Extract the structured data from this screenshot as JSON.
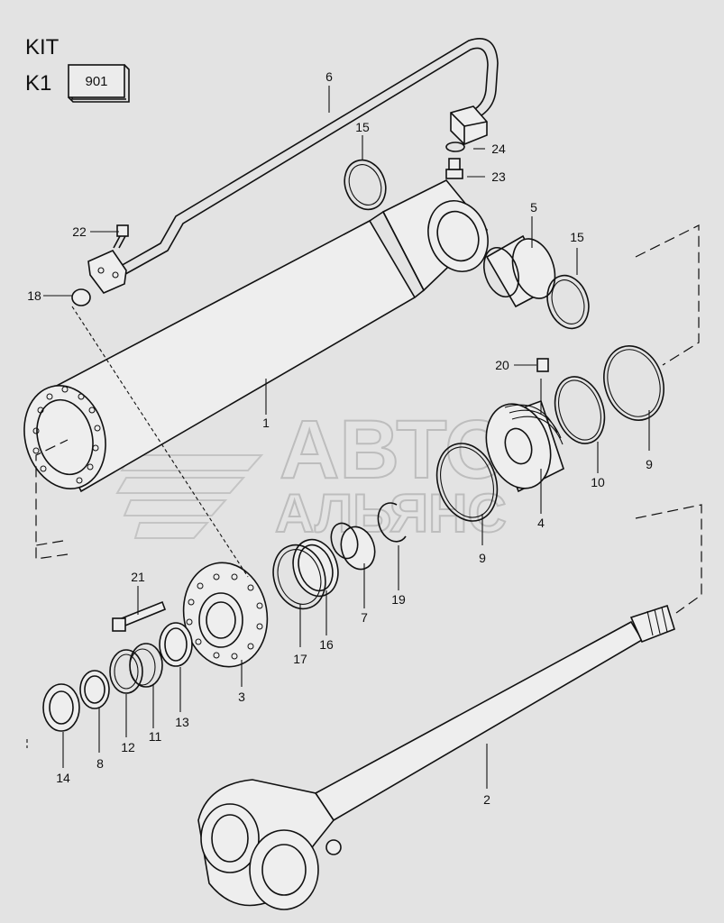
{
  "kit": {
    "title": "KIT",
    "code_label": "K1",
    "code_value": "901"
  },
  "watermark": {
    "line1": "АВТО",
    "line2": "АЛЬЯНС"
  },
  "callouts": [
    {
      "id": "1",
      "label": "1"
    },
    {
      "id": "2",
      "label": "2"
    },
    {
      "id": "3",
      "label": "3"
    },
    {
      "id": "4",
      "label": "4"
    },
    {
      "id": "5",
      "label": "5"
    },
    {
      "id": "6",
      "label": "6"
    },
    {
      "id": "7",
      "label": "7"
    },
    {
      "id": "8",
      "label": "8"
    },
    {
      "id": "9a",
      "label": "9"
    },
    {
      "id": "9b",
      "label": "9"
    },
    {
      "id": "10",
      "label": "10"
    },
    {
      "id": "11",
      "label": "11"
    },
    {
      "id": "12",
      "label": "12"
    },
    {
      "id": "13",
      "label": "13"
    },
    {
      "id": "14",
      "label": "14"
    },
    {
      "id": "15a",
      "label": "15"
    },
    {
      "id": "15b",
      "label": "15"
    },
    {
      "id": "16",
      "label": "16"
    },
    {
      "id": "17",
      "label": "17"
    },
    {
      "id": "18",
      "label": "18"
    },
    {
      "id": "19",
      "label": "19"
    },
    {
      "id": "20",
      "label": "20"
    },
    {
      "id": "21",
      "label": "21"
    },
    {
      "id": "22",
      "label": "22"
    },
    {
      "id": "23",
      "label": "23"
    },
    {
      "id": "24",
      "label": "24"
    }
  ]
}
